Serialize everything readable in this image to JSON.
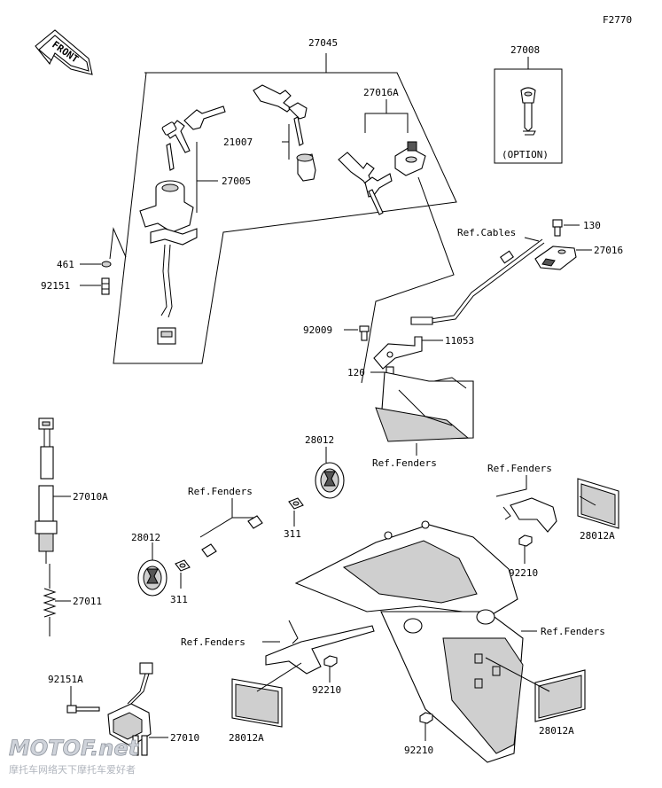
{
  "figure_code": "F2770",
  "front_label": "FRONT",
  "option_label": "(OPTION)",
  "labels": {
    "l27045": "27045",
    "l27008": "27008",
    "l27016A": "27016A",
    "l21007": "21007",
    "l27005": "27005",
    "l461": "461",
    "l92151": "92151",
    "refCables": "Ref.Cables",
    "l130": "130",
    "l27016": "27016",
    "l92009": "92009",
    "l11053": "11053",
    "l120": "120",
    "refFenders1": "Ref.Fenders",
    "l28012a": "28012",
    "l27010A": "27010A",
    "refFenders2": "Ref.Fenders",
    "refFenders3": "Ref.Fenders",
    "l28012b": "28012",
    "l311a": "311",
    "l311b": "311",
    "l28012A1": "28012A",
    "l92210a": "92210",
    "l27011": "27011",
    "refFenders4": "Ref.Fenders",
    "refFenders5": "Ref.Fenders",
    "l92151A": "92151A",
    "l92210b": "92210",
    "l28012A2": "28012A",
    "l28012A3": "28012A",
    "l27010": "27010",
    "l92210c": "92210"
  },
  "watermark": {
    "brand": "MOTOF.net",
    "tagline": "摩托车网络天下摩托车爱好者"
  }
}
